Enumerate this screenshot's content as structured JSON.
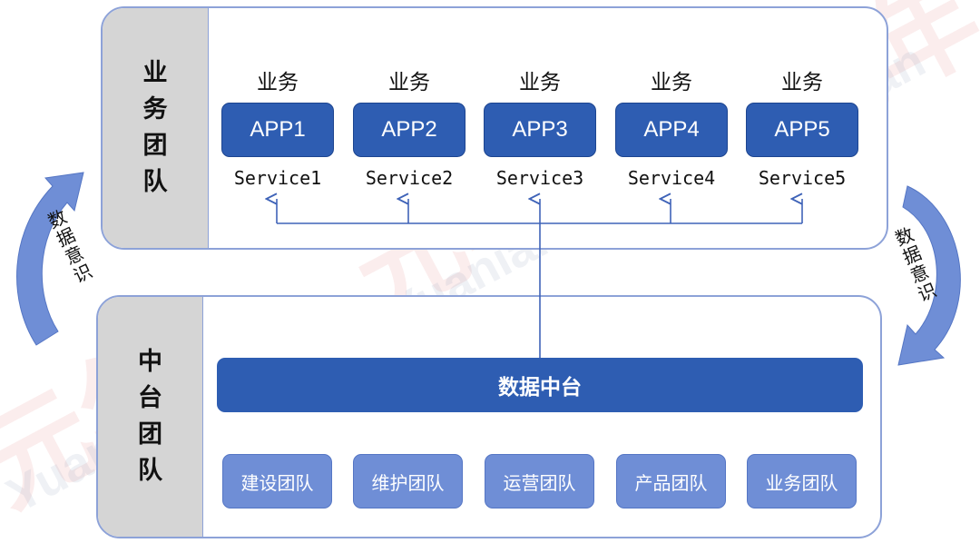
{
  "business_team": {
    "label_chars": [
      "业",
      "务",
      "团",
      "队"
    ]
  },
  "platform_team": {
    "label_chars": [
      "中",
      "台",
      "团",
      "队"
    ]
  },
  "apps": [
    {
      "category": "业务",
      "name": "APP1",
      "service": "Service1"
    },
    {
      "category": "业务",
      "name": "APP2",
      "service": "Service2"
    },
    {
      "category": "业务",
      "name": "APP3",
      "service": "Service3"
    },
    {
      "category": "业务",
      "name": "APP4",
      "service": "Service4"
    },
    {
      "category": "业务",
      "name": "APP5",
      "service": "Service5"
    }
  ],
  "data_platform": {
    "label": "数据中台"
  },
  "teams": [
    {
      "label": "建设团队"
    },
    {
      "label": "维护团队"
    },
    {
      "label": "运营团队"
    },
    {
      "label": "产品团队"
    },
    {
      "label": "业务团队"
    }
  ],
  "cycle_arrows": {
    "left_label": "数据意识",
    "right_label": "数据意识"
  },
  "watermark": {
    "text": "Yuanian"
  },
  "colors": {
    "app_blue": "#2e5db2",
    "team_blue": "#6f8ed6",
    "arrow_blue": "#6f8ed6",
    "side_gray": "#d5d5d5",
    "border": "#8da2d8"
  }
}
